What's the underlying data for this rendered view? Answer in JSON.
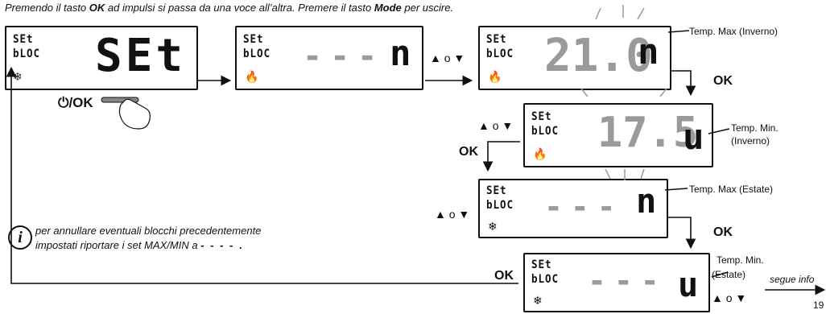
{
  "instruction": {
    "part1": "Premendo il tasto ",
    "key1": "OK",
    "part2": " ad impulsi si passa da una voce all’altra. Premere il tasto ",
    "key2": "Mode",
    "part3": " per uscire."
  },
  "lcd_mini": {
    "line1": "SEt",
    "line2": "bLOC"
  },
  "display_main": "SEt",
  "dashes": "---",
  "temp_max_winter_value": "21.0",
  "temp_min_winter_value": "17.5",
  "suffix_max": "n",
  "suffix_min": "u",
  "labels": {
    "temp_max_winter": "Temp. Max (Inverno)",
    "temp_min_winter_1": "Temp. Min.",
    "temp_min_winter_2": "(Inverno)",
    "temp_max_summer": "Temp. Max (Estate)",
    "temp_min_summer_1": "Temp. Min.",
    "temp_min_summer_2": "(Estate)"
  },
  "ok_label": "OK",
  "button_label": "/OK",
  "up_down_label": "▲ o ▼",
  "note": {
    "line1": "per annullare eventuali blocchi precedentemente",
    "line2": "impostati riportare i set MAX/MIN a",
    "dashes": "- - - - ."
  },
  "segue_info": "segue info",
  "page_number": "19",
  "icons": {
    "snowflake": "snowflake-icon",
    "flame": "flame-icon",
    "hand": "hand-press-icon",
    "info": "info-icon",
    "power": "power-icon"
  }
}
